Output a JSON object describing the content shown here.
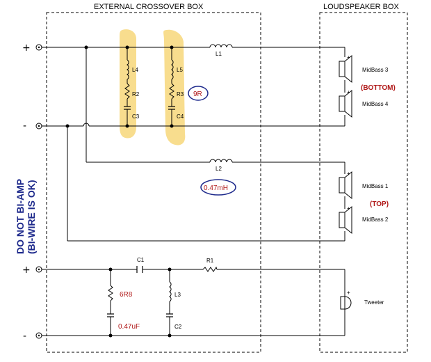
{
  "boxes": {
    "crossover_title": "EXTERNAL CROSSOVER BOX",
    "speaker_title": "LOUDSPEAKER BOX"
  },
  "side_note": {
    "line1": "DO NOT BI-AMP",
    "line2": "(BI-WIRE IS OK)"
  },
  "terminals": {
    "plus_symbol": "+",
    "minus_symbol": "-"
  },
  "components": {
    "L1": "L1",
    "L2": "L2",
    "L3": "L3",
    "L4": "L4",
    "L5": "L5",
    "R1": "R1",
    "R2": "R2",
    "R3": "R3",
    "C1": "C1",
    "C2": "C2",
    "C3": "C3",
    "C4": "C4"
  },
  "annotations": {
    "nine_r": "9R",
    "inductance": "0.47mH",
    "resistor_value": "6R8",
    "cap_value": "0.47uF",
    "bottom": "(BOTTOM)",
    "top": "(TOP)"
  },
  "drivers": {
    "midbass3": "MidBass 3",
    "midbass4": "MidBass 4",
    "midbass1": "MidBass 1",
    "midbass2": "MidBass 2",
    "tweeter": "Tweeter"
  },
  "colors": {
    "highlight": "#f7d77a",
    "annotation_red": "#b01818",
    "note_blue": "#1e2a8c",
    "ellipse_blue": "#1e2a8c"
  }
}
